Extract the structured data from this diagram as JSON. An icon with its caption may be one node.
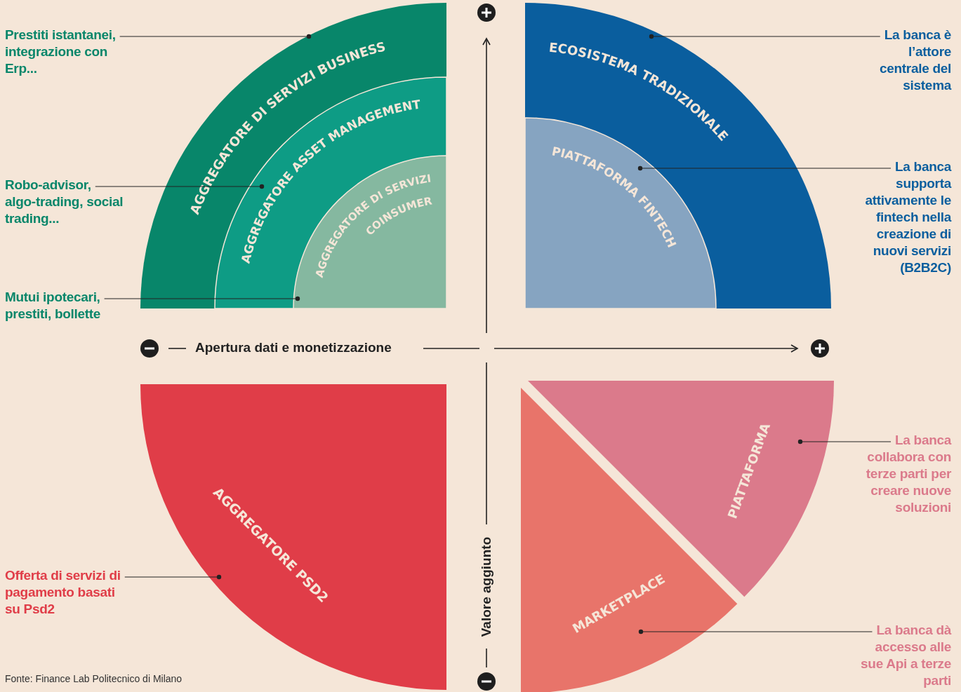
{
  "diagram": {
    "caption": "Fonte: Finance Lab Politecnico di Milano",
    "nodes": [
      {
        "text": [
          "AGGREGATORE DI SERVIZI BUSINESS"
        ]
      },
      {
        "text": [
          "AGGREGATORE ASSET MANAGEMENT"
        ],
        "in": 0
      },
      {
        "text": [
          "AGGREGATORE DI SERVIZI COINSUMER"
        ],
        "in": 1
      },
      {
        "text": [
          "ECOSISTEMA TRADIZIONALE"
        ]
      },
      {
        "text": [
          "PIATTAFORMA FINTECH"
        ],
        "in": 3
      },
      {
        "text": [
          "AGGREGATORE PSD2"
        ]
      },
      {
        "text": [
          "PIATTAFORMA"
        ]
      },
      {
        "text": [
          "MARKETPLACE"
        ]
      },
      {
        "text": [
          "Prestiti istantanei, integrazione con Erp..."
        ]
      },
      {
        "text": [
          "Robo-advisor, algo-trading, social trading..."
        ]
      },
      {
        "text": [
          "Mutui ipotecari, prestiti, bollette"
        ]
      },
      {
        "text": [
          "La banca è l’attore centrale del sistema"
        ]
      },
      {
        "text": [
          "La banca supporta attivamente le fintech nella creazione di nuovi servizi (B2B2C)"
        ]
      },
      {
        "text": [
          "Offerta di servizi di pagamento basati su Psd2"
        ]
      },
      {
        "text": [
          "La banca collabora con terze parti per creare nuove soluzioni"
        ]
      },
      {
        "text": [
          "La banca dà accesso alle sue Api a terze parti"
        ]
      }
    ],
    "edges": [
      {
        "from": 8,
        "to": 0,
        "arrow": "other"
      },
      {
        "from": 9,
        "to": 1,
        "arrow": "other"
      },
      {
        "from": 10,
        "to": 2,
        "arrow": "other"
      },
      {
        "from": 11,
        "to": 3,
        "arrow": "other"
      },
      {
        "from": 12,
        "to": 4,
        "arrow": "other"
      },
      {
        "from": 13,
        "to": 5,
        "arrow": "other"
      },
      {
        "from": 14,
        "to": 6,
        "arrow": "other"
      },
      {
        "from": 15,
        "to": 7,
        "arrow": "other"
      }
    ],
    "labels": [
      "Apertura dati e monetizzazione",
      "Valore aggiunto"
    ]
  }
}
